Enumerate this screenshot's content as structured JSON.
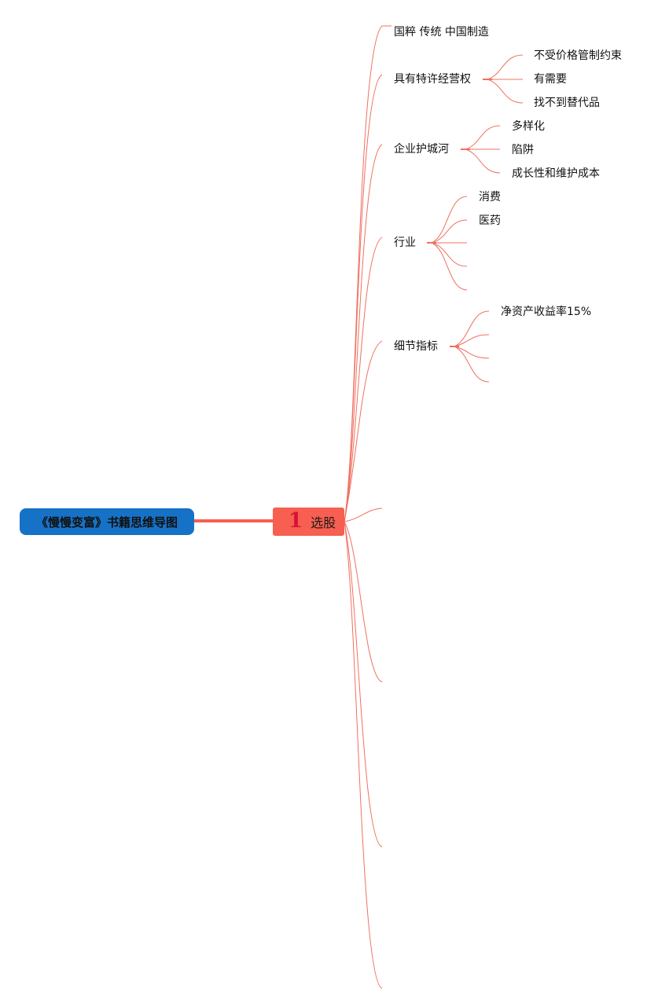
{
  "root": {
    "title": "《慢慢变富》书籍思维导图"
  },
  "main_topic": {
    "number": "1",
    "label": "选股"
  },
  "branches": [
    {
      "label": "国粹 传统 中国制造",
      "children": []
    },
    {
      "label": "具有特许经营权",
      "children": [
        "不受价格管制约束",
        "有需要",
        "找不到替代品"
      ]
    },
    {
      "label": "企业护城河",
      "children": [
        "多样化",
        "陷阱",
        "成长性和维护成本"
      ]
    },
    {
      "label": "行业",
      "children": [
        "消费",
        "医药",
        "",
        "",
        ""
      ]
    },
    {
      "label": "细节指标",
      "children": [
        "净资产收益率15%",
        "",
        "",
        ""
      ]
    },
    {
      "label": "",
      "children": []
    },
    {
      "label": "",
      "children": []
    },
    {
      "label": "",
      "children": []
    },
    {
      "label": "",
      "children": []
    }
  ],
  "colors": {
    "root_fill": "#1672c6",
    "main_topic_fill": "#f75f50",
    "main_topic_number": "#d9123a",
    "connector": "#f07060",
    "connector_thick": "#f75f50"
  }
}
